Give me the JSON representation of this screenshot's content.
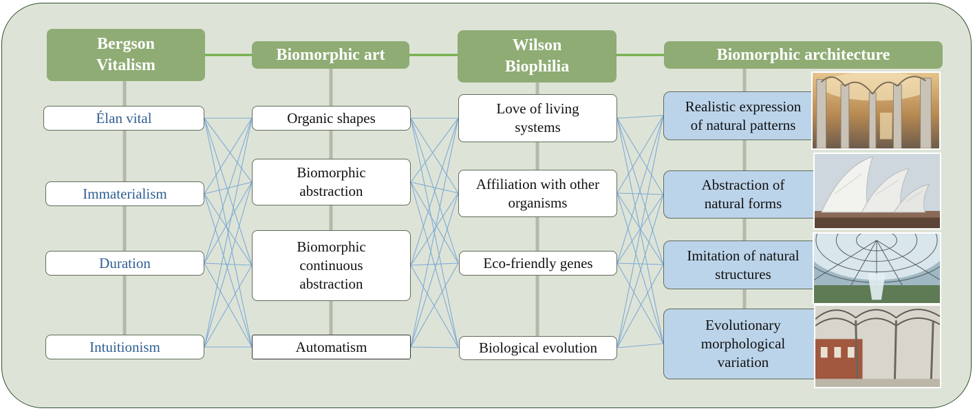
{
  "colors": {
    "panel_bg": "#dde4d7",
    "header_green": "#8fac74",
    "connector_green": "#6aab3e",
    "spine_gray": "#b4baa8",
    "link_blue": "#7ea9d6",
    "bergson_text_blue": "#2f5f93",
    "architecture_box_blue": "#bcd4ea"
  },
  "headers": {
    "bergson": "Bergson\nVitalism",
    "biomorphic_art": "Biomorphic art",
    "wilson": "Wilson\nBiophilia",
    "biomorphic_architecture": "Biomorphic architecture"
  },
  "columns": {
    "bergson": [
      "Élan vital",
      "Immaterialism",
      "Duration",
      "Intuitionism"
    ],
    "biomorphic_art": [
      "Organic shapes",
      "Biomorphic\nabstraction",
      "Biomorphic\ncontinuous\nabstraction",
      "Automatism"
    ],
    "wilson": [
      "Love of living\nsystems",
      "Affiliation with other\norganisms",
      "Eco-friendly genes",
      "Biological evolution"
    ],
    "biomorphic_architecture": [
      "Realistic expression\nof natural patterns",
      "Abstraction of\nnatural forms",
      "Imitation of natural\nstructures",
      "Evolutionary\nmorphological\nvariation"
    ]
  },
  "photos": [
    "cathedral-interior-photo",
    "opera-house-shells-photo",
    "glass-dome-canopy-photo",
    "tree-like-columns-photo"
  ]
}
